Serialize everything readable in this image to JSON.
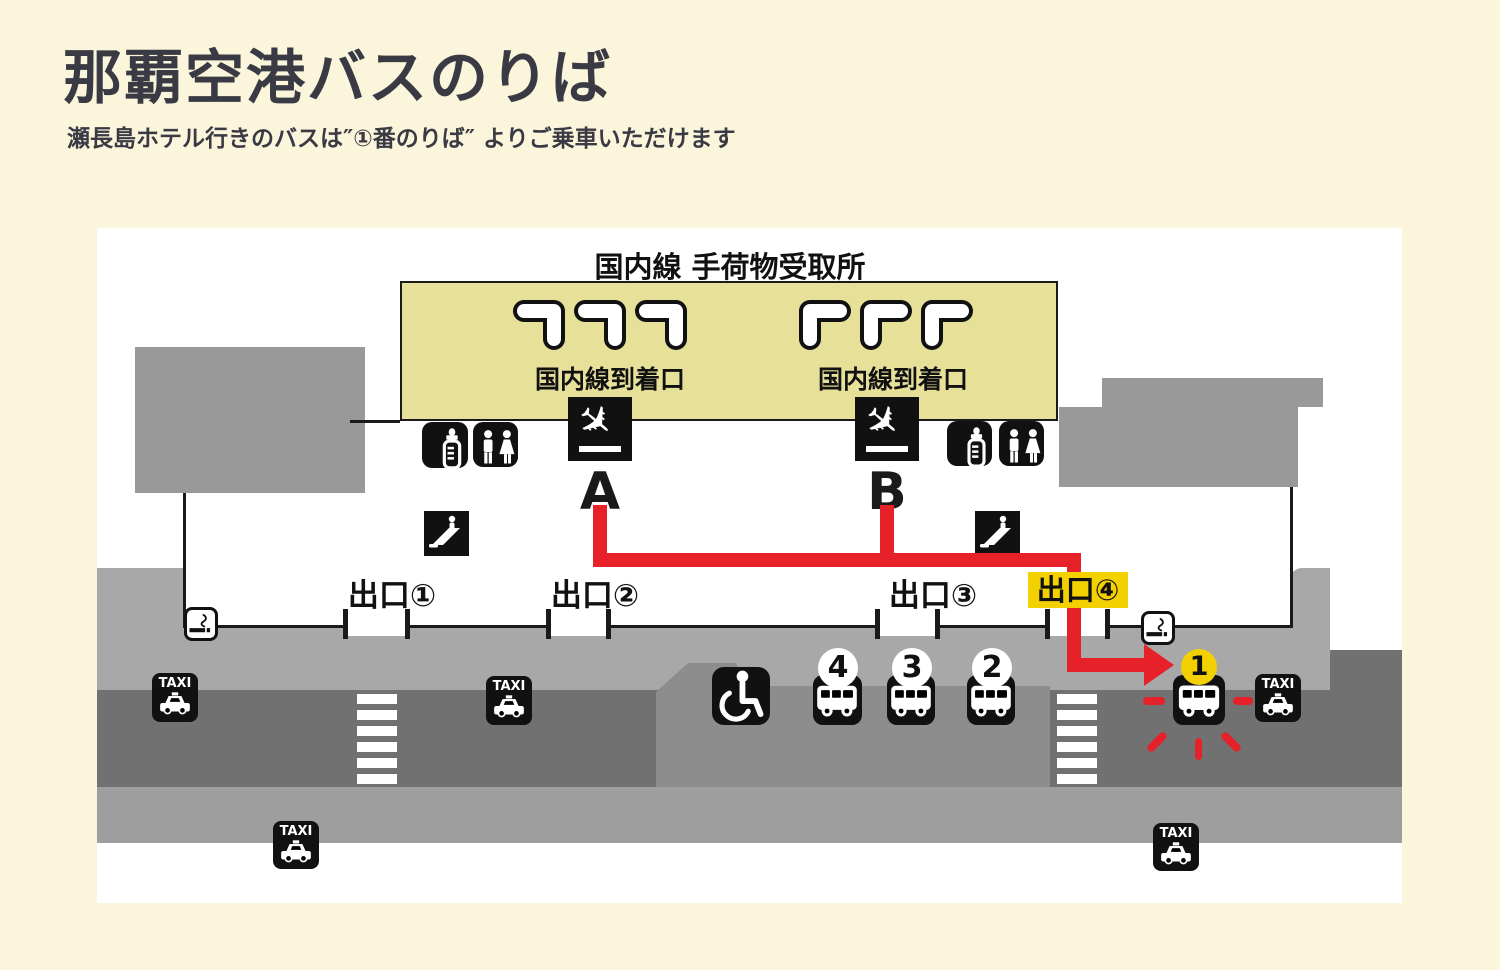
{
  "title": "那覇空港バスのりば",
  "subtitle": "瀬長島ホテル行きのバスは″①番のりば″ よりご乗車いただけます",
  "colors": {
    "background_cream": "#faf5db",
    "panel_white": "#ffffff",
    "baggage_area_beige": "#e6e099",
    "building_gray": "#999999",
    "sidewalk_gray": "#a8a8a8",
    "island_gray": "#8d8d8d",
    "road_gray": "#717171",
    "far_sidewalk_gray": "#9e9e9e",
    "route_red": "#e62129",
    "highlight_yellow": "#f3d100",
    "icon_black": "#111111",
    "title_charcoal": "#3a3a44"
  },
  "map": {
    "baggage_claim_label": "国内線 手荷物受取所",
    "arrival_gates": [
      {
        "label": "国内線到着口",
        "gate": "A"
      },
      {
        "label": "国内線到着口",
        "gate": "B"
      }
    ],
    "exits": [
      {
        "label": "出口①",
        "highlighted": false
      },
      {
        "label": "出口②",
        "highlighted": false
      },
      {
        "label": "出口③",
        "highlighted": false
      },
      {
        "label": "出口④",
        "highlighted": true
      }
    ],
    "bus_stops": [
      {
        "number": "4",
        "highlighted": false
      },
      {
        "number": "3",
        "highlighted": false
      },
      {
        "number": "2",
        "highlighted": false
      },
      {
        "number": "1",
        "highlighted": true
      }
    ],
    "taxi_label": "TAXI",
    "icons": {
      "arrival": "airplane-landing-icon",
      "baggage_belt": "baggage-carousel-icon",
      "nursing_room": "baby-bottle-icon",
      "toilet": "toilet-icon",
      "escalator": "escalator-icon",
      "smoking": "smoking-area-icon",
      "wheelchair": "wheelchair-icon",
      "bus": "bus-icon",
      "taxi": "taxi-icon"
    }
  }
}
